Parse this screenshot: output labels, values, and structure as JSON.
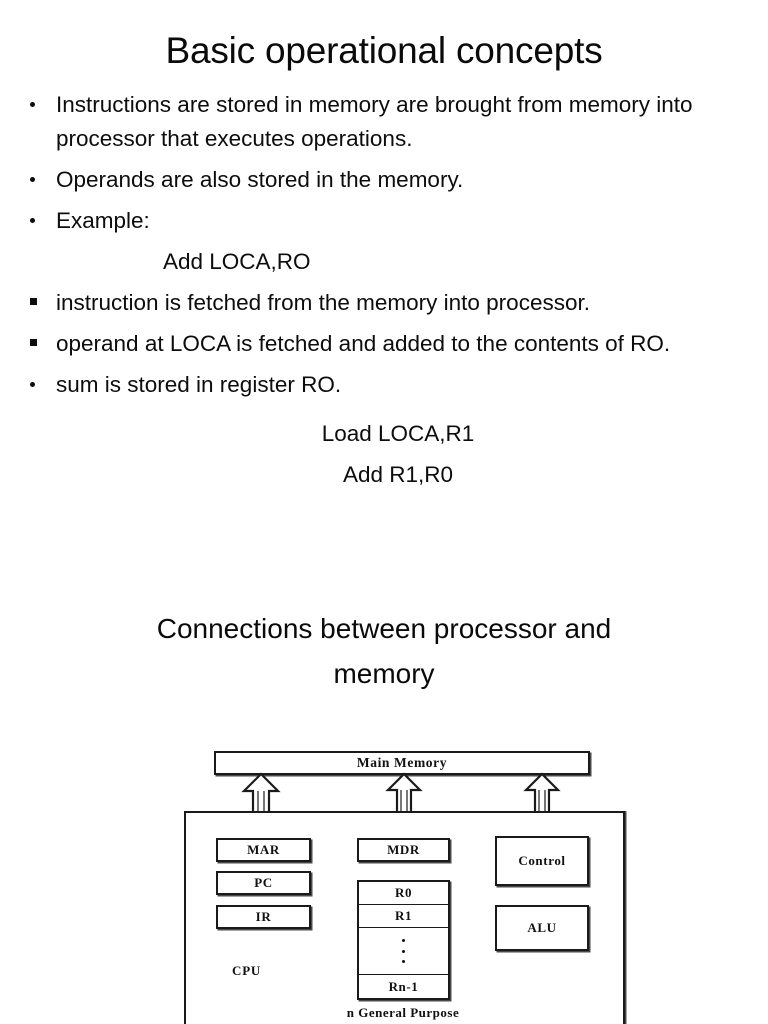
{
  "slide": {
    "title": "Basic operational concepts",
    "section_title_line1": "Connections between processor and",
    "section_title_line2": "memory"
  },
  "bullets": [
    {
      "marker": "round",
      "text": "Instructions are stored in memory are brought from memory into processor that executes operations."
    },
    {
      "marker": "round",
      "text": "Operands are also stored in the memory."
    },
    {
      "marker": "round",
      "text": "Example:"
    },
    {
      "marker": "round",
      "text": "instruction is fetched from the memory into    processor."
    },
    {
      "marker": "square",
      "text": "operand at LOCA is fetched and added to the contents of RO."
    },
    {
      "marker": "round",
      "text": "sum is stored in register RO."
    }
  ],
  "code_lines": {
    "example_instruction": "Add LOCA,RO",
    "load_line": "Load LOCA,R1",
    "add_line": "Add R1,R0"
  },
  "diagram": {
    "main_memory": "Main Memory",
    "cpu_label": "CPU",
    "mar": "MAR",
    "pc": "PC",
    "ir": "IR",
    "mdr": "MDR",
    "control": "Control",
    "alu": "ALU",
    "registers": [
      "R0",
      "R1",
      "Rn-1"
    ],
    "register_caption": "n General Purpose",
    "arrows": {
      "left": "up-block-arrow",
      "middle": "double-block-arrow",
      "right": "double-block-arrow"
    },
    "colors": {
      "stroke": "#1a1a1a",
      "fill": "#ffffff",
      "shadow": "#4a4a4a",
      "background": "#ffffff"
    }
  }
}
